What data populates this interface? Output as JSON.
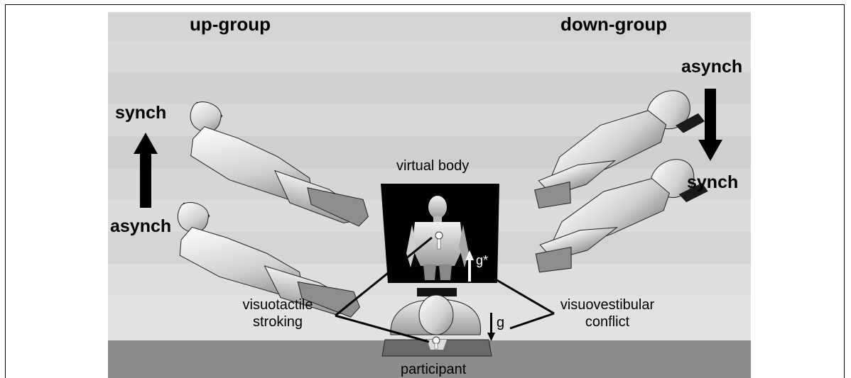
{
  "up_group": {
    "title": "up-group",
    "top_label": "synch",
    "bottom_label": "asynch"
  },
  "down_group": {
    "title": "down-group",
    "top_label": "asynch",
    "bottom_label": "synch"
  },
  "center": {
    "screen_title": "virtual body",
    "virtual_gravity": "g*",
    "real_gravity": "g",
    "participant": "participant"
  },
  "annotations": {
    "left_line1": "visuotactile",
    "left_line2": "stroking",
    "right_line1": "visuovestibular",
    "right_line2": "conflict"
  },
  "colors": {
    "background_light": "#dcdcdc",
    "background_dark": "#c8c8c8",
    "floor": "#8c8c8c",
    "screen": "#000000",
    "arrow": "#000000"
  }
}
